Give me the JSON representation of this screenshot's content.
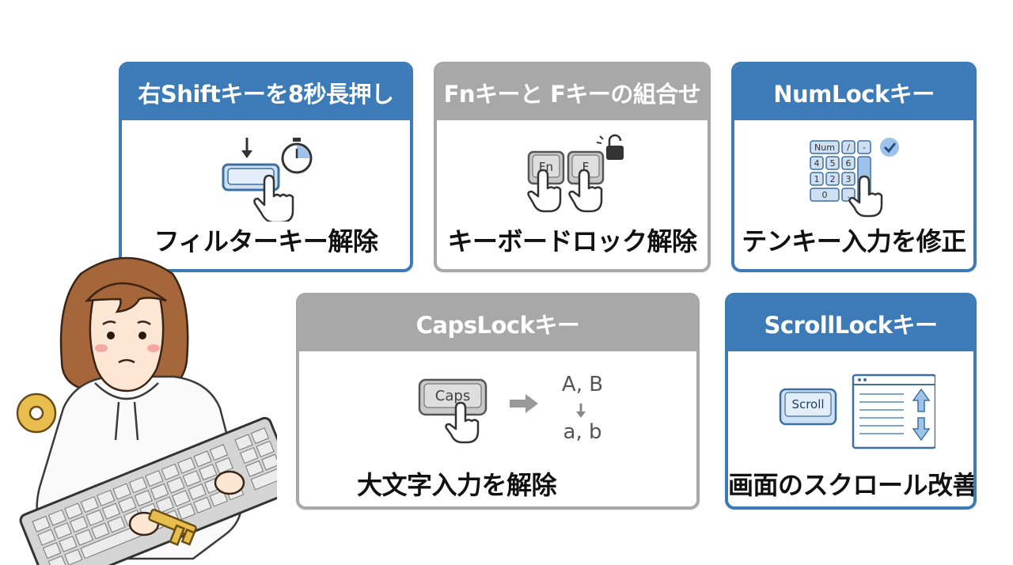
{
  "cards": [
    {
      "title": "右Shiftキーを8秒長押し",
      "caption": "フィルターキー解除"
    },
    {
      "title": "Fnキーと Fキーの組合せ",
      "caption": "キーボードロック解除",
      "keys": [
        "Fn",
        "F"
      ]
    },
    {
      "title": "NumLockキー",
      "caption": "テンキー入力を修正",
      "keypad": {
        "num_key": "Num",
        "rows": [
          [
            "/",
            "-"
          ],
          [
            "4",
            "5",
            "6"
          ],
          [
            "1",
            "2",
            "3"
          ],
          [
            "0",
            "."
          ]
        ]
      }
    },
    {
      "title": "CapsLockキー",
      "caption": "大文字入力を解除",
      "key": "Caps",
      "upper": "A, B",
      "lower": "a, b"
    },
    {
      "title": "ScrollLockキー",
      "caption": "画面のスクロール改善",
      "key": "Scroll"
    }
  ],
  "colors": {
    "blue_header": "#3d7ab8",
    "gray_header": "#a8a8a8",
    "key_blue": "#cfe0f3",
    "key_gray": "#c9c9c9"
  }
}
